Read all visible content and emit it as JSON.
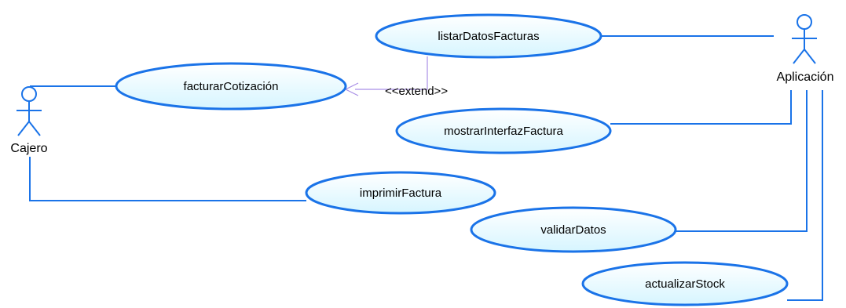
{
  "colors": {
    "ellipse_fill_top": "#ffffff",
    "ellipse_fill_bottom": "#d6f5ff",
    "stroke": "#1a73e8",
    "extend_line": "#a98fe6",
    "background": "#ffffff"
  },
  "actors": [
    {
      "id": "cajero",
      "label": "Cajero",
      "icon": "stick-figure-icon"
    },
    {
      "id": "aplicacion",
      "label": "Aplicación",
      "icon": "stick-figure-icon"
    }
  ],
  "use_cases": [
    {
      "id": "listarDatosFacturas",
      "label": "listarDatosFacturas"
    },
    {
      "id": "facturarCotizacion",
      "label": "facturarCotización"
    },
    {
      "id": "mostrarInterfazFactura",
      "label": "mostrarInterfazFactura"
    },
    {
      "id": "imprimirFactura",
      "label": "imprimirFactura"
    },
    {
      "id": "validarDatos",
      "label": "validarDatos"
    },
    {
      "id": "actualizarStock",
      "label": "actualizarStock"
    }
  ],
  "associations": [
    {
      "actor": "cajero",
      "use_case": "facturarCotizacion"
    },
    {
      "actor": "cajero",
      "use_case": "imprimirFactura"
    },
    {
      "actor": "aplicacion",
      "use_case": "listarDatosFacturas"
    },
    {
      "actor": "aplicacion",
      "use_case": "mostrarInterfazFactura"
    },
    {
      "actor": "aplicacion",
      "use_case": "validarDatos"
    },
    {
      "actor": "aplicacion",
      "use_case": "actualizarStock"
    }
  ],
  "relationships": [
    {
      "type": "extend",
      "stereotype": "<<extend>>",
      "from": "listarDatosFacturas",
      "to": "facturarCotizacion"
    }
  ]
}
